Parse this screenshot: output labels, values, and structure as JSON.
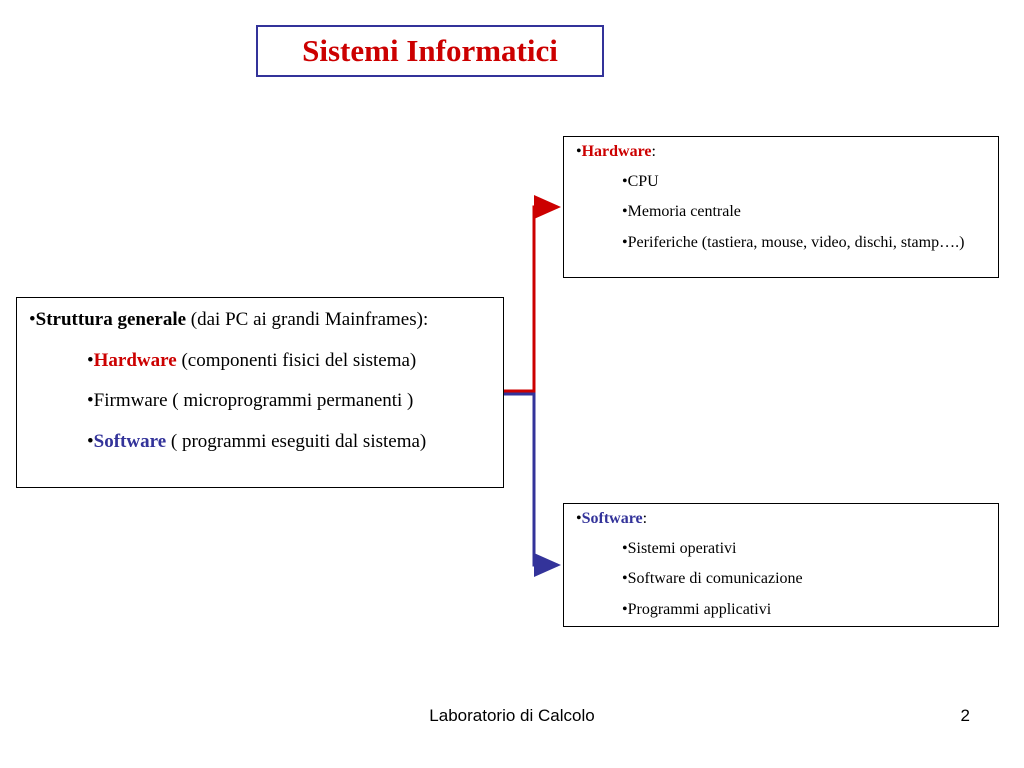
{
  "title": "Sistemi Informatici",
  "main": {
    "bullet": "•",
    "heading_bold": "Struttura generale",
    "heading_rest": " (dai PC ai grandi Mainframes):",
    "items": [
      {
        "label": "Hardware",
        "rest": " (componenti fisici del sistema)",
        "color": "#cc0000"
      },
      {
        "label": "Firmware ( microprogrammi permanenti )",
        "rest": "",
        "color": "#000000"
      },
      {
        "label": "Software",
        "rest": " ( programmi eseguiti dal sistema)",
        "color": "#33339a"
      }
    ]
  },
  "hardware": {
    "title": "Hardware",
    "colon": ":",
    "items": [
      "CPU",
      "Memoria centrale",
      "Periferiche (tastiera, mouse, video, dischi, stamp….)"
    ]
  },
  "software": {
    "title": "Software",
    "colon": ":",
    "items": [
      "Sistemi operativi",
      "Software di comunicazione",
      "Programmi applicativi"
    ]
  },
  "colors": {
    "hardware": "#cc0000",
    "software": "#33339a",
    "title_border": "#33339a"
  },
  "footer": {
    "text": "Laboratorio di Calcolo",
    "page": "2"
  }
}
